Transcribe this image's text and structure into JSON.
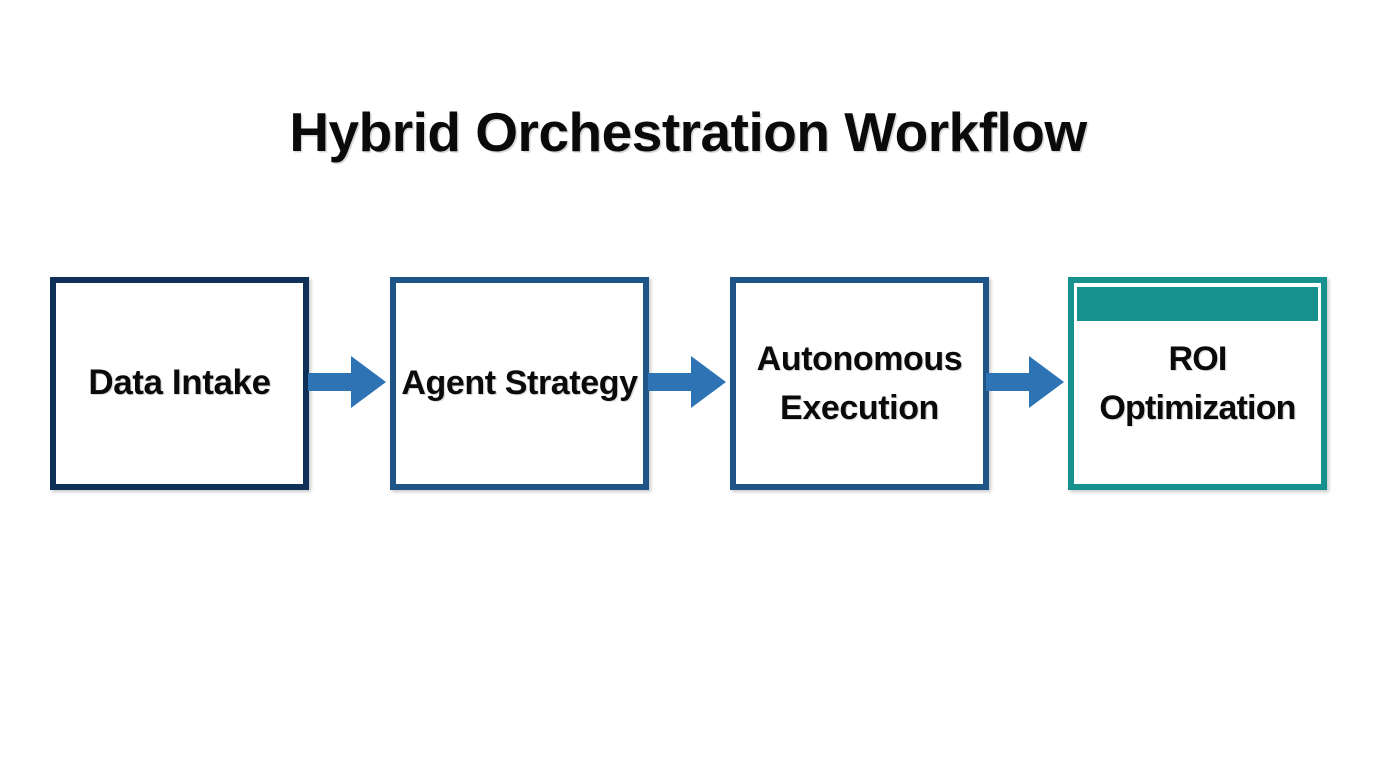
{
  "diagram": {
    "title": "Hybrid Orchestration Workflow",
    "type": "horizontal-process-flow",
    "background_color": "#ffffff",
    "arrow_color": "#2e74b5",
    "stages": [
      {
        "index": 1,
        "label": "Data Intake",
        "border_color": "#103157",
        "fill_color": "#ffffff",
        "highlighted": "false"
      },
      {
        "index": 2,
        "label": "Agent Strategy",
        "border_color": "#1f5487",
        "fill_color": "#ffffff",
        "highlighted": "false"
      },
      {
        "index": 3,
        "label": "Autonomous Execution",
        "border_color": "#1f5487",
        "fill_color": "#ffffff",
        "highlighted": "false"
      },
      {
        "index": 4,
        "label": "ROI Optimization",
        "border_color": "#17918e",
        "fill_color": "#ffffff",
        "accent_bar_color": "#17918e",
        "highlighted": "true"
      }
    ],
    "connectors": [
      {
        "from": "Data Intake",
        "to": "Agent Strategy",
        "style": "block-arrow-right",
        "color": "#2e74b5"
      },
      {
        "from": "Agent Strategy",
        "to": "Autonomous Execution",
        "style": "block-arrow-right",
        "color": "#2e74b5"
      },
      {
        "from": "Autonomous Execution",
        "to": "ROI Optimization",
        "style": "block-arrow-right",
        "color": "#2e74b5"
      }
    ]
  }
}
